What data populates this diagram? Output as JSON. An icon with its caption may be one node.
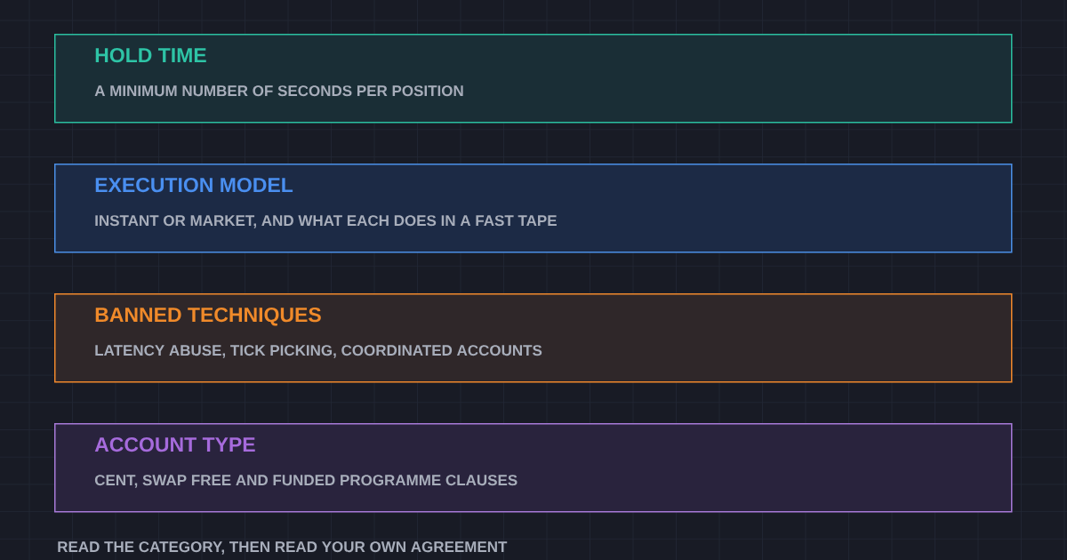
{
  "diagram": {
    "nodes": [
      {
        "text": [
          "HOLD TIME",
          "A MINIMUM NUMBER OF SECONDS PER POSITION"
        ]
      },
      {
        "text": [
          "EXECUTION MODEL",
          "INSTANT OR MARKET, AND WHAT EACH DOES IN A FAST TAPE"
        ]
      },
      {
        "text": [
          "BANNED TECHNIQUES",
          "LATENCY ABUSE, TICK PICKING, COORDINATED ACCOUNTS"
        ]
      },
      {
        "text": [
          "ACCOUNT TYPE",
          "CENT, SWAP FREE AND FUNDED PROGRAMME CLAUSES"
        ]
      }
    ],
    "labels": [
      "READ THE CATEGORY, THEN READ YOUR OWN AGREEMENT"
    ]
  }
}
